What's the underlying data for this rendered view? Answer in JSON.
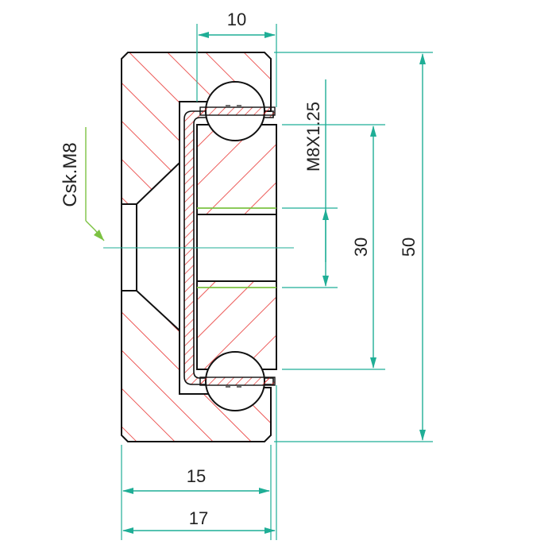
{
  "colors": {
    "outline": "#111111",
    "hatch": "#e8312f",
    "dimension": "#1fae96",
    "thread": "#7cc242",
    "background": "#ffffff"
  },
  "dimensions": {
    "top_width": "10",
    "thread_spec": "M8X1.25",
    "bore_height": "30",
    "outer_height": "50",
    "body_width": "15",
    "overall_width": "17"
  },
  "callout": {
    "label": "Csk.M8"
  }
}
